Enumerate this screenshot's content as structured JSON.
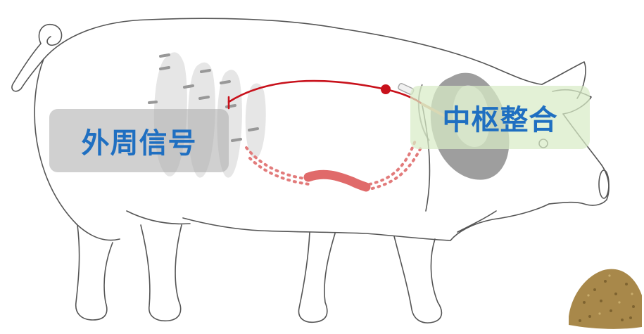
{
  "labels": {
    "peripheral_signal": "外周信号",
    "central_integration": "中枢整合"
  },
  "colors": {
    "label_text": "#1f6fc1",
    "nerve_line": "#c8111b",
    "intestine": "#e06a6a",
    "sketch_line": "#555555",
    "brain_gray": "#9a9a9a",
    "feed_brown": "#a8884a"
  },
  "icons": {
    "animal": "pig-sketch",
    "feed": "feed-pellet-pile",
    "organ_peripheral": "intestine-coils",
    "organ_central": "brain"
  }
}
